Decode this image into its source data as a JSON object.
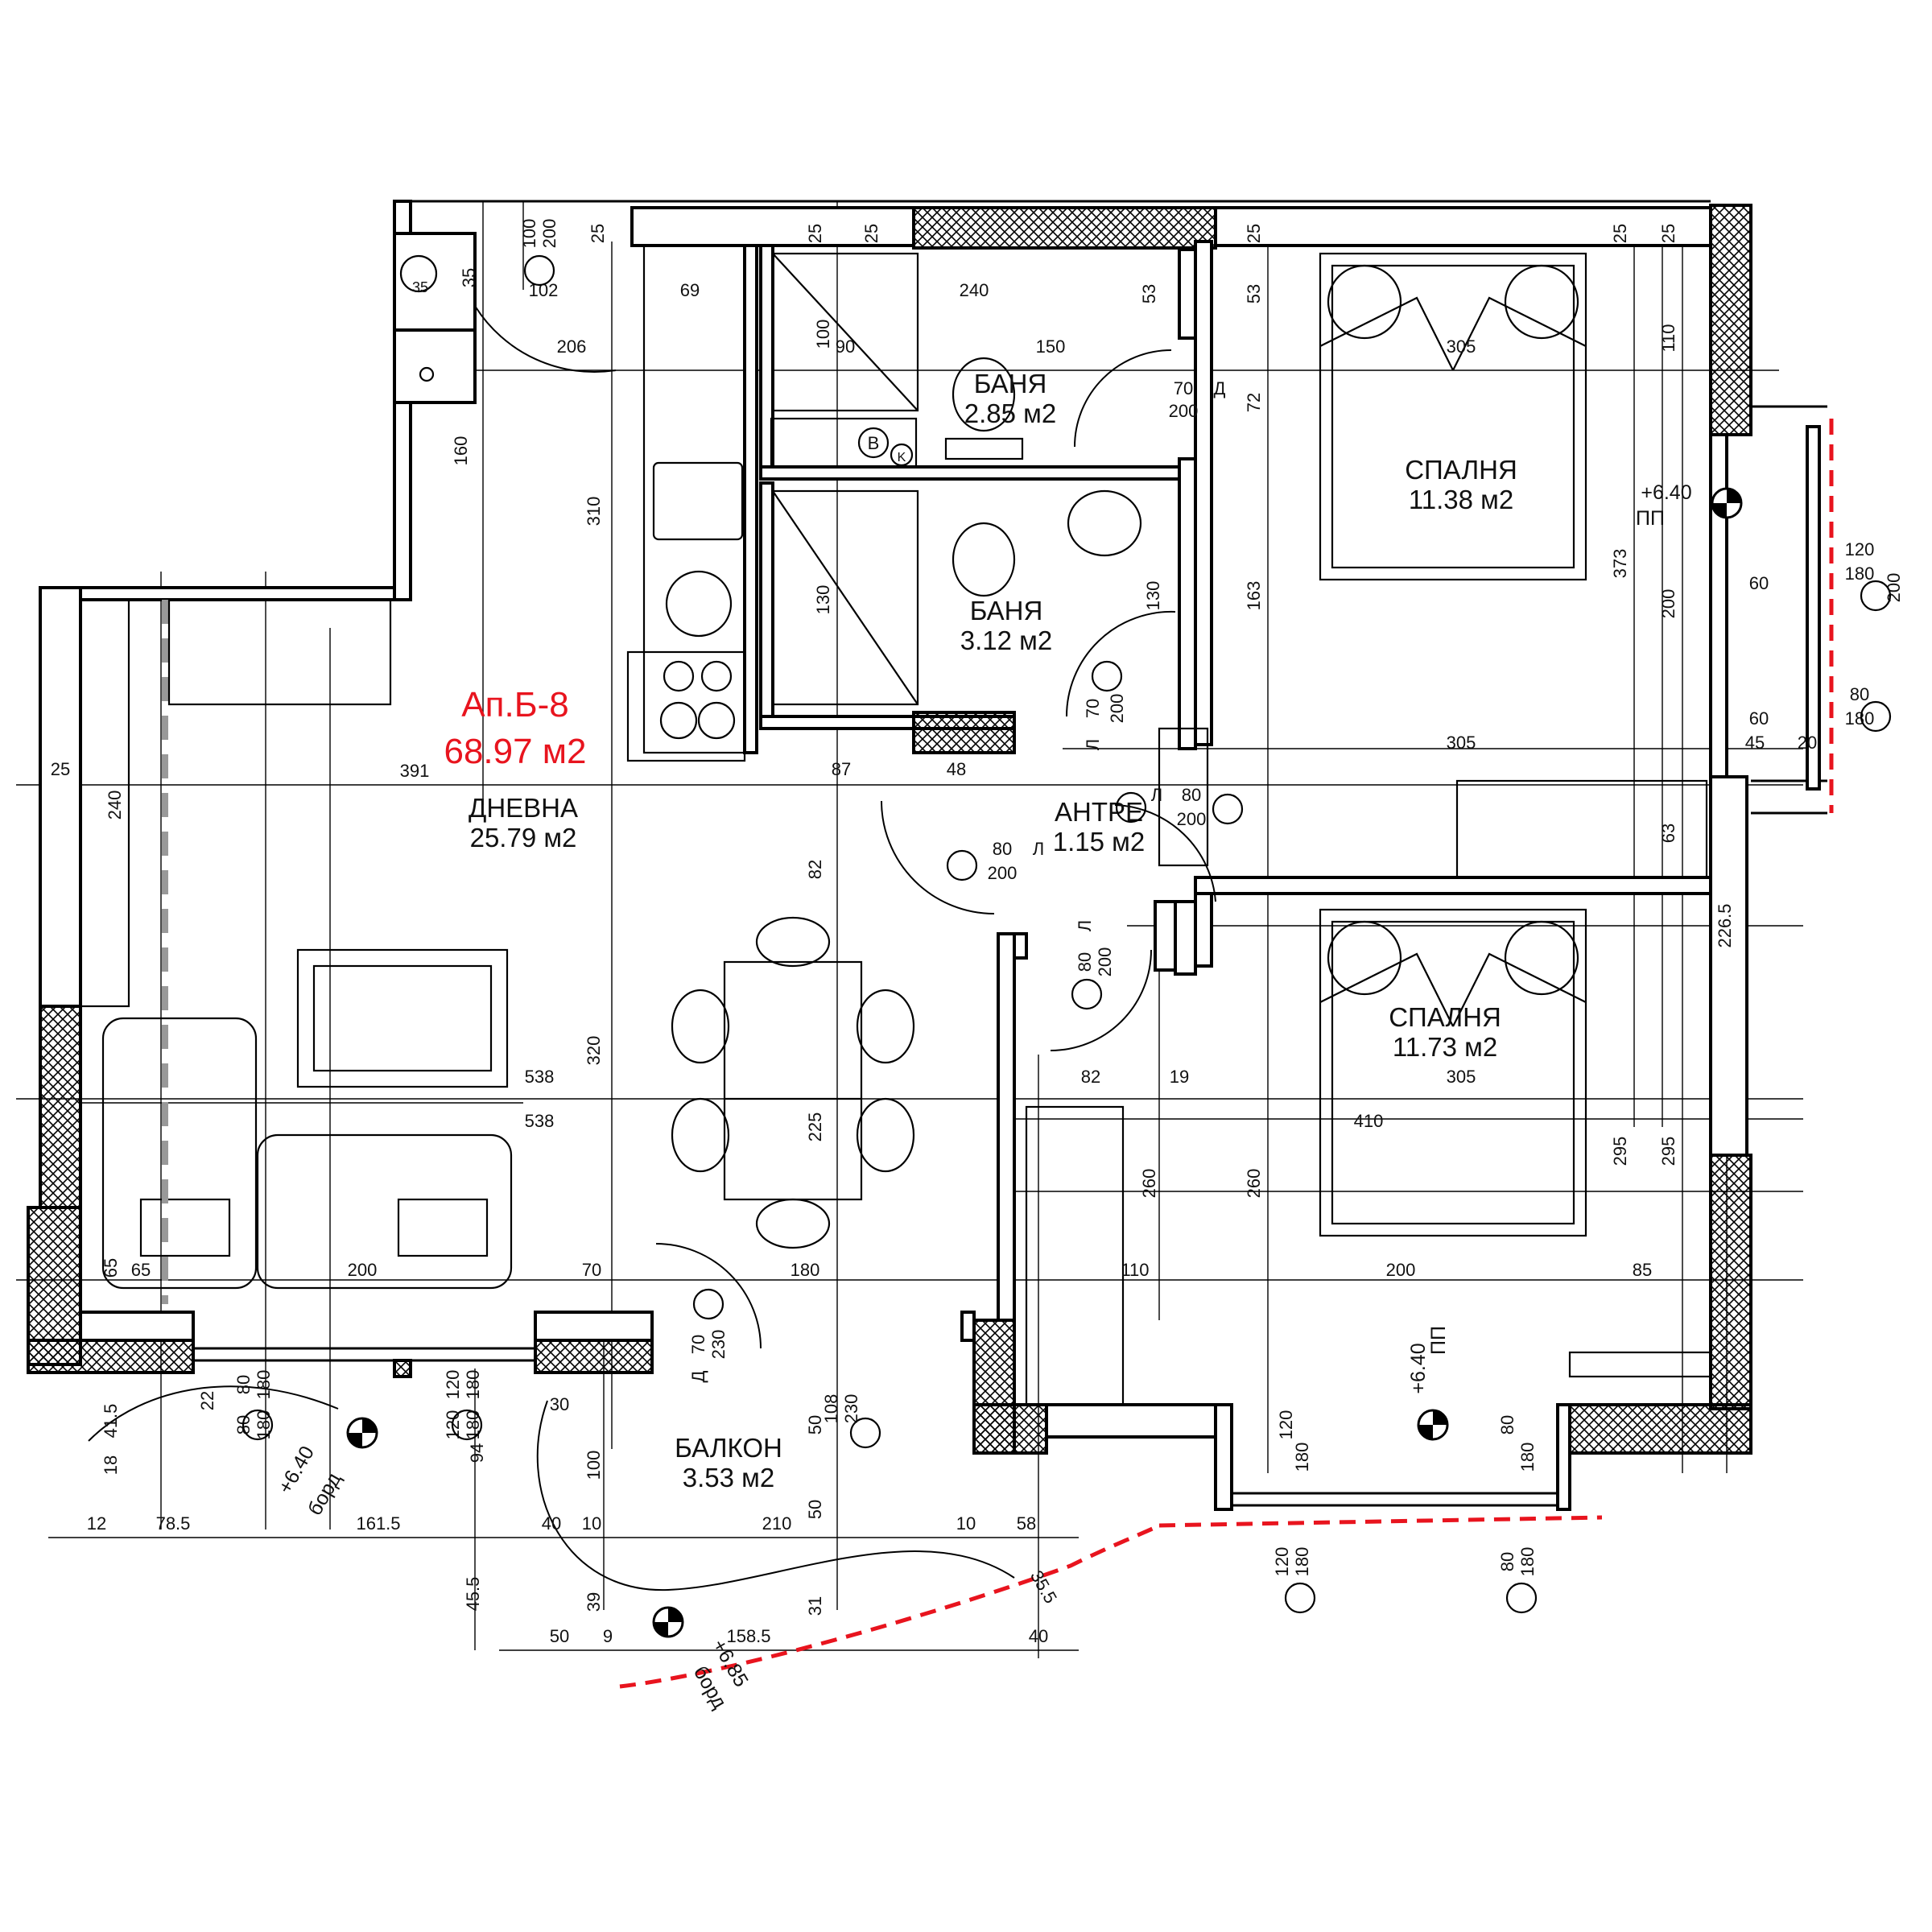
{
  "apartment": {
    "label": "Ап.Б-8",
    "total_area": "68.97 м2",
    "accent_color": "#e8141e"
  },
  "rooms": {
    "living": {
      "name": "ДНЕВНА",
      "area": "25.79 м2"
    },
    "bath1": {
      "name": "БАНЯ",
      "area": "2.85 м2"
    },
    "bath2": {
      "name": "БАНЯ",
      "area": "3.12 м2"
    },
    "bedroom1": {
      "name": "СПАЛНЯ",
      "area": "11.38 м2"
    },
    "bedroom2": {
      "name": "СПАЛНЯ",
      "area": "11.73 м2"
    },
    "hall": {
      "name": "АНТРЕ",
      "area": "1.15 м2"
    },
    "balcony": {
      "name": "БАЛКОН",
      "area": "3.53 м2"
    }
  },
  "levels": {
    "bedroom1": {
      "value": "+6.40",
      "note": "ПП"
    },
    "bedroom2": {
      "value": "+6.40",
      "note": "ПП"
    },
    "border_left": {
      "value": "+6.40",
      "note": "борд"
    },
    "border_center": {
      "value": "+6.85",
      "note": "борд"
    }
  },
  "dimensions": {
    "d206": "206",
    "d160": "160",
    "d310": "310",
    "d391": "391",
    "d240a": "240",
    "d538a": "538",
    "d538b": "538",
    "d320": "320",
    "d225": "225",
    "d82a": "82",
    "d70a": "70",
    "d180a": "180",
    "d200a": "200",
    "d65a": "65",
    "d65b": "65",
    "d25a": "25",
    "d240b": "240",
    "d150": "150",
    "d90": "90",
    "d100a": "100",
    "d130a": "130",
    "d130b": "130",
    "d305a": "305",
    "d305b": "305",
    "d305c": "305",
    "d373": "373",
    "d200b": "200",
    "d110a": "110",
    "d163": "163",
    "d72a": "72",
    "d53a": "53",
    "d53b": "53",
    "d410": "410",
    "d260a": "260",
    "d260b": "260",
    "d295a": "295",
    "d295b": "295",
    "d226": "226.5",
    "d63": "63",
    "d110b": "110",
    "d200c": "200",
    "d85": "85",
    "d82b": "82",
    "d19": "19",
    "d48": "48",
    "d87": "87",
    "d161": "161.5",
    "d785": "78.5",
    "d210": "210",
    "d1585": "158.5",
    "d50a": "50",
    "d100b": "100",
    "d50b": "50",
    "d120a": "120",
    "d180b": "180",
    "d80a": "80",
    "d180c": "180",
    "d120b": "120",
    "d180d": "180",
    "d80b": "80",
    "d180e": "180",
    "d102": "102",
    "d69": "69",
    "d100c": "100",
    "d200d": "200",
    "d35a": "35",
    "d25b": "25",
    "d25c": "25",
    "d25d": "25",
    "d25e": "25",
    "d25f": "25",
    "d25g": "25",
    "d60a": "60",
    "d60b": "60",
    "d45a": "45",
    "d20a": "20",
    "d40a": "40",
    "d40b": "40",
    "d10a": "10",
    "d10b": "10",
    "d108": "108",
    "d230": "230",
    "d30a": "30",
    "d94": "94",
    "d39": "39",
    "d31": "31",
    "d355": "35.5",
    "d455": "45.5",
    "d50c": "50",
    "d58": "58",
    "d12a": "12",
    "d415": "41.5",
    "d22": "22",
    "d18": "18",
    "d9": "9"
  },
  "openings": {
    "door_hall": {
      "w": "80",
      "h": "200",
      "side": "Л"
    },
    "door_bath1": {
      "w": "70",
      "h": "200",
      "side": "Д"
    },
    "door_bath2": {
      "w": "70",
      "h": "200",
      "side": "Л"
    },
    "door_bed1": {
      "w": "80",
      "h": "200",
      "side": "Л"
    },
    "door_bed2": {
      "w": "80",
      "h": "200",
      "side": "Л"
    },
    "door_balcony": {
      "w": "70",
      "h": "230",
      "side": "Д"
    },
    "window_bed1a": {
      "w": "120",
      "h": "180"
    },
    "window_bed1b": {
      "w": "80",
      "h": "180"
    },
    "window_bed2a": {
      "w": "120",
      "h": "180"
    },
    "window_bed2b": {
      "w": "80",
      "h": "180"
    },
    "window_living_a": {
      "w": "80",
      "h": "180"
    },
    "window_living_b": {
      "w": "120",
      "h": "180"
    },
    "window_bed1_sill": "200",
    "shaft": "35"
  },
  "fixtures": {
    "boiler_b": "B",
    "boiler_k": "K"
  }
}
